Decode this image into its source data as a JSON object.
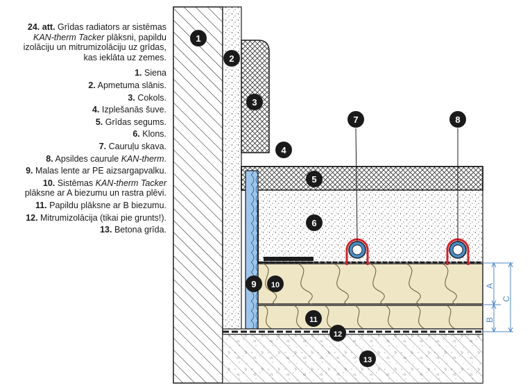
{
  "caption": {
    "num": "24. att.",
    "parts": [
      "Grīdas radiators ar sistēmas ",
      "KAN-therm Tacker",
      " plāksni, papildu izolāciju un mitrumizolāciju uz grīdas, kas ieklāta uz zemes."
    ]
  },
  "legend": [
    {
      "num": "1.",
      "parts": [
        "Siena"
      ]
    },
    {
      "num": "2.",
      "parts": [
        "Apmetuma slānis."
      ]
    },
    {
      "num": "3.",
      "parts": [
        "Cokols."
      ]
    },
    {
      "num": "4.",
      "parts": [
        "Izplešanās šuve."
      ]
    },
    {
      "num": "5.",
      "parts": [
        "Grīdas segums."
      ]
    },
    {
      "num": "6.",
      "parts": [
        "Klons."
      ]
    },
    {
      "num": "7.",
      "parts": [
        "Cauruļu skava."
      ]
    },
    {
      "num": "8.",
      "parts": [
        "Apsildes caurule ",
        "KAN-therm",
        "."
      ]
    },
    {
      "num": "9.",
      "parts": [
        "Malas lente ar PE aizsargapvalku."
      ]
    },
    {
      "num": "10.",
      "parts": [
        "Sistēmas ",
        "KAN-therm Tacker",
        " plāksne ar A biezumu un rastra plēvi."
      ]
    },
    {
      "num": "11.",
      "parts": [
        "Papildu plāksne ar B biezumu."
      ]
    },
    {
      "num": "12.",
      "parts": [
        "Mitrumizolācija (tikai pie grunts!)."
      ]
    },
    {
      "num": "13.",
      "parts": [
        "Betona grīda."
      ]
    }
  ],
  "markers": [
    "1",
    "2",
    "3",
    "4",
    "5",
    "6",
    "7",
    "8",
    "9",
    "10",
    "11",
    "12",
    "13"
  ],
  "dimensions": {
    "a": "A",
    "b": "B",
    "c": "C"
  },
  "colors": {
    "ink": "#1a1a1a",
    "pipe_blue": "#4a8fc8",
    "clip_red": "#d4202a",
    "edge_strip_blue": "#9fc6ea",
    "insulation": "#efe6c6",
    "dimension_blue": "#4f86c6"
  }
}
